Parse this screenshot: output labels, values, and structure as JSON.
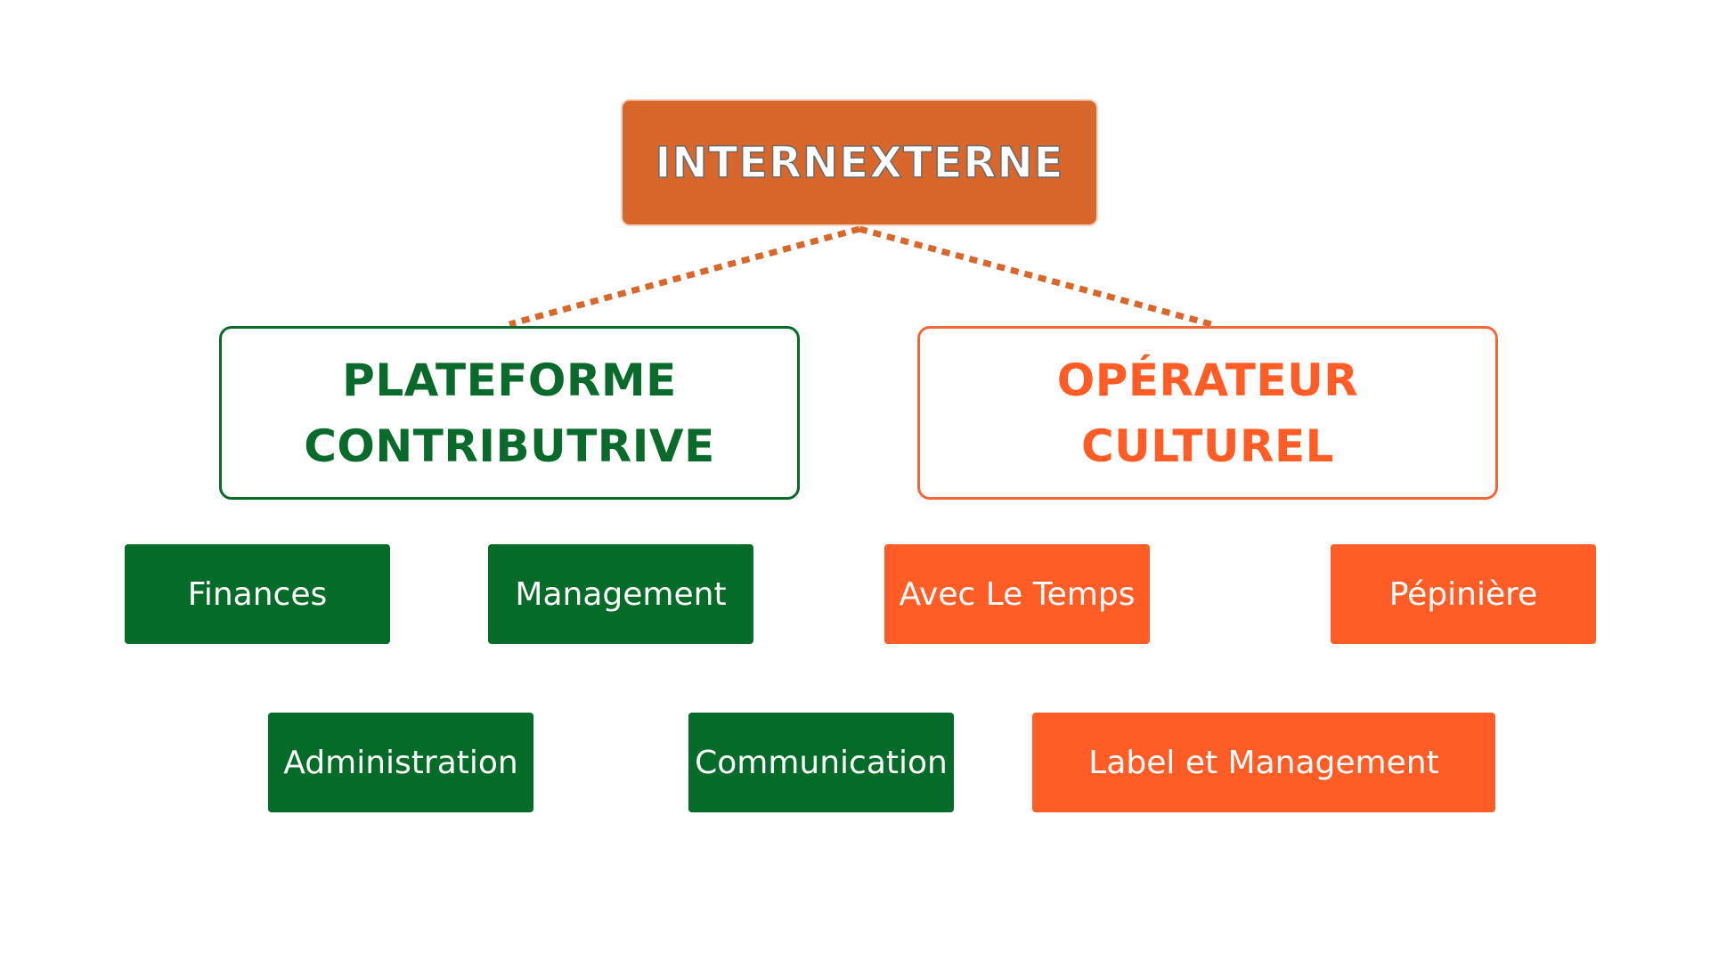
{
  "root": {
    "label": "INTERNEXTERNE"
  },
  "branches": [
    {
      "lines": [
        "PLATEFORME",
        "CONTRIBUTRIVE"
      ],
      "color": "#0a6a2c"
    },
    {
      "lines": [
        "OPÉRATEUR",
        "CULTUREL"
      ],
      "color": "#ff5c26"
    }
  ],
  "leaves": {
    "finances": "Finances",
    "management": "Management",
    "administration": "Administration",
    "communication": "Communication",
    "avec_le_temps": "Avec Le Temps",
    "pepiniere": "Pépinière",
    "label_et_management": "Label et Management"
  },
  "colors": {
    "root_fill": "#d9662a",
    "connector": "#d9662a",
    "green": "#046b28",
    "orange": "#ff5c26"
  }
}
